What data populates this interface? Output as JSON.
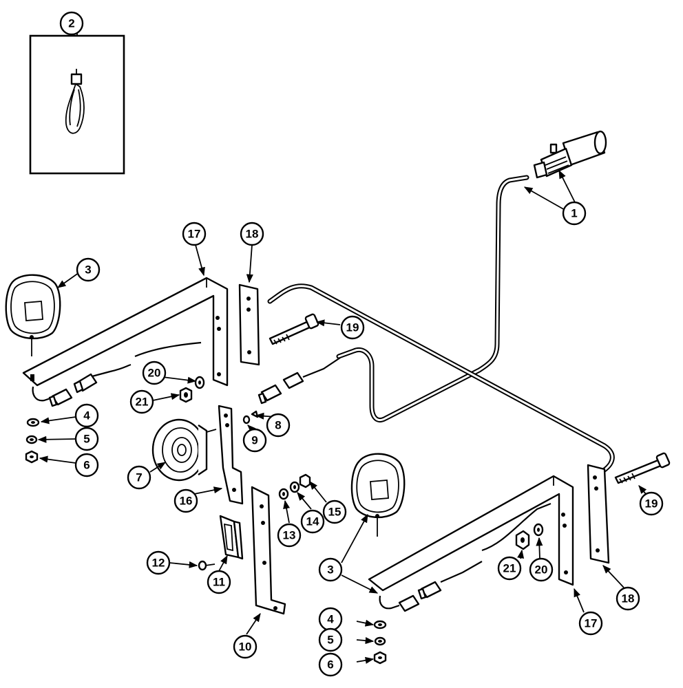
{
  "diagram": {
    "callouts": [
      "1",
      "2",
      "3",
      "3",
      "4",
      "4",
      "5",
      "5",
      "6",
      "6",
      "7",
      "8",
      "9",
      "10",
      "11",
      "12",
      "13",
      "14",
      "15",
      "16",
      "17",
      "17",
      "18",
      "18",
      "19",
      "19",
      "20",
      "20",
      "21",
      "21"
    ]
  }
}
